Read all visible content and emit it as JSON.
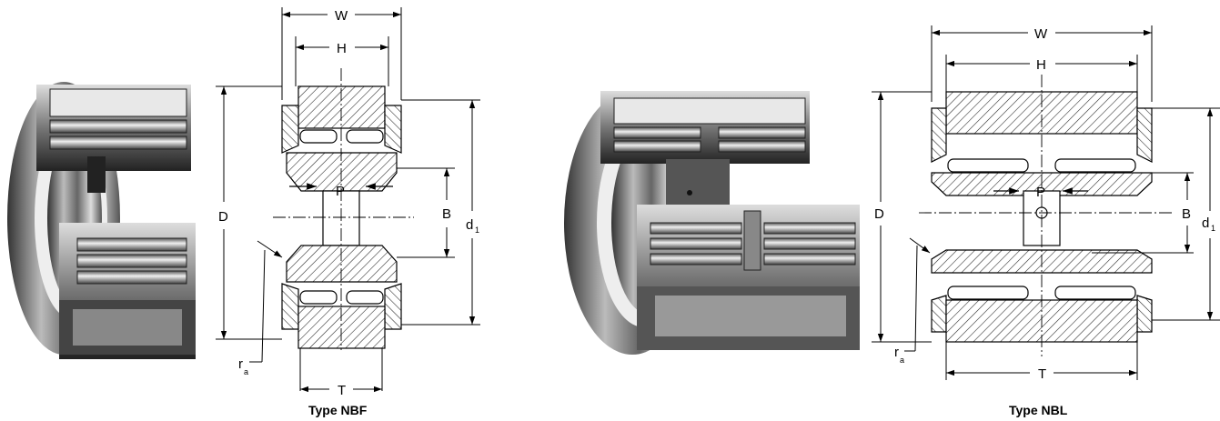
{
  "figures": [
    {
      "caption": "Type NBF",
      "labels": {
        "W": "W",
        "H": "H",
        "D": "D",
        "P": "P",
        "B": "B",
        "d": "d",
        "d_sub": "1",
        "r": "r",
        "r_sub": "a",
        "T": "T"
      }
    },
    {
      "caption": "Type NBL",
      "labels": {
        "W": "W",
        "H": "H",
        "D": "D",
        "P": "P",
        "B": "B",
        "d": "d",
        "d_sub": "1",
        "r": "r",
        "r_sub": "a",
        "T": "T"
      }
    }
  ]
}
